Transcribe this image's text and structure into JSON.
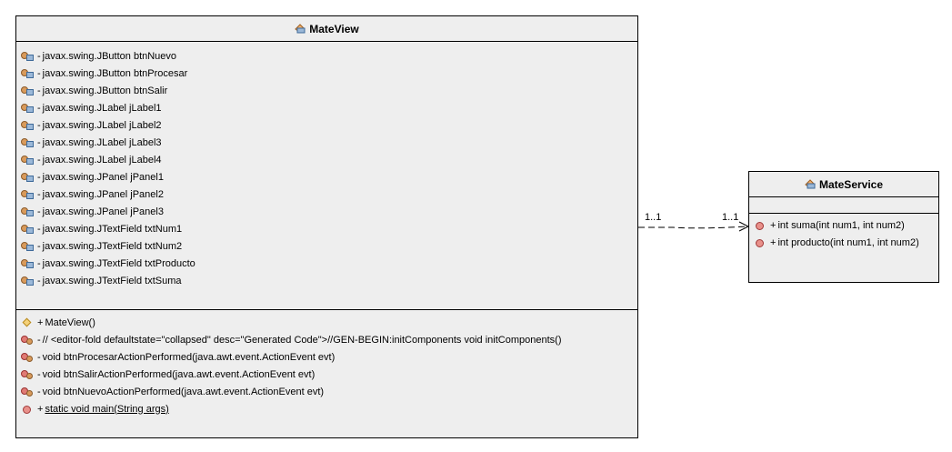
{
  "mateview": {
    "name": "MateView",
    "fields": [
      {
        "vis": "-",
        "text": "javax.swing.JButton btnNuevo"
      },
      {
        "vis": "-",
        "text": "javax.swing.JButton btnProcesar"
      },
      {
        "vis": "-",
        "text": "javax.swing.JButton btnSalir"
      },
      {
        "vis": "-",
        "text": "javax.swing.JLabel jLabel1"
      },
      {
        "vis": "-",
        "text": "javax.swing.JLabel jLabel2"
      },
      {
        "vis": "-",
        "text": "javax.swing.JLabel jLabel3"
      },
      {
        "vis": "-",
        "text": "javax.swing.JLabel jLabel4"
      },
      {
        "vis": "-",
        "text": "javax.swing.JPanel jPanel1"
      },
      {
        "vis": "-",
        "text": "javax.swing.JPanel jPanel2"
      },
      {
        "vis": "-",
        "text": "javax.swing.JPanel jPanel3"
      },
      {
        "vis": "-",
        "text": "javax.swing.JTextField txtNum1"
      },
      {
        "vis": "-",
        "text": "javax.swing.JTextField txtNum2"
      },
      {
        "vis": "-",
        "text": "javax.swing.JTextField txtProducto"
      },
      {
        "vis": "-",
        "text": "javax.swing.JTextField txtSuma"
      }
    ],
    "methods": [
      {
        "vis": "+",
        "text": "MateView()",
        "icon": "constructor-icon"
      },
      {
        "vis": "-",
        "text": "// <editor-fold defaultstate=\"collapsed\" desc=\"Generated Code\">//GEN-BEGIN:initComponents void initComponents()",
        "icon": "private-method-icon"
      },
      {
        "vis": "-",
        "text": "void btnProcesarActionPerformed(java.awt.event.ActionEvent evt)",
        "icon": "private-method-icon"
      },
      {
        "vis": "-",
        "text": "void btnSalirActionPerformed(java.awt.event.ActionEvent evt)",
        "icon": "private-method-icon"
      },
      {
        "vis": "-",
        "text": "void btnNuevoActionPerformed(java.awt.event.ActionEvent evt)",
        "icon": "private-method-icon"
      },
      {
        "vis": "+",
        "text": "static void main(String args)",
        "icon": "static-method-icon",
        "static": true
      }
    ]
  },
  "mateservice": {
    "name": "MateService",
    "methods": [
      {
        "vis": "+",
        "text": "int suma(int num1, int num2)"
      },
      {
        "vis": "+",
        "text": "int producto(int num1, int num2)"
      }
    ]
  },
  "association": {
    "source_multiplicity": "1..1",
    "target_multiplicity": "1..1"
  }
}
